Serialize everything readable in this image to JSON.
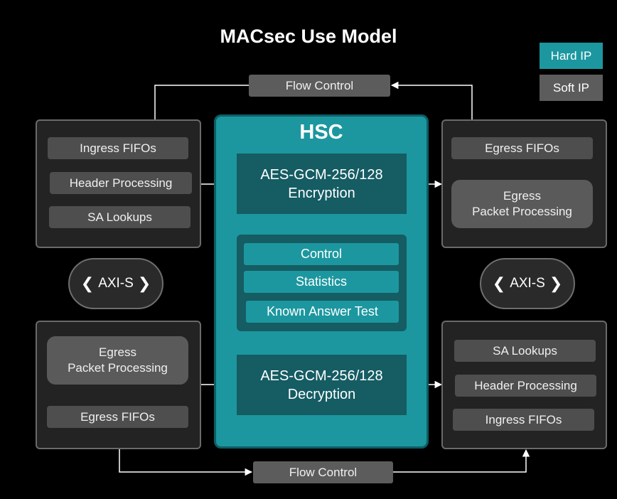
{
  "title": "MACsec Use Model",
  "legend": {
    "hard_ip": {
      "label": "Hard IP",
      "color": "#1c979f"
    },
    "soft_ip": {
      "label": "Soft IP",
      "color": "#5c5c5c"
    }
  },
  "flow_control_top": "Flow Control",
  "flow_control_bottom": "Flow Control",
  "top_left": {
    "items": [
      "Ingress FIFOs",
      "Header Processing",
      "SA Lookups"
    ]
  },
  "top_right": {
    "items": [
      "Egress FIFOs"
    ],
    "packet_processing": [
      "Egress",
      "Packet Processing"
    ]
  },
  "bottom_left": {
    "packet_processing": [
      "Egress",
      "Packet Processing"
    ],
    "items": [
      "Egress FIFOs"
    ]
  },
  "bottom_right": {
    "items": [
      "SA Lookups",
      "Header Processing",
      "Ingress FIFOs"
    ]
  },
  "hsc": {
    "title": "HSC",
    "encryption": [
      "AES-GCM-256/128",
      "Encryption"
    ],
    "control_items": [
      "Control",
      "Statistics",
      "Known Answer Test"
    ],
    "decryption": [
      "AES-GCM-256/128",
      "Decryption"
    ]
  },
  "axi_left": "AXI-S",
  "axi_right": "AXI-S"
}
